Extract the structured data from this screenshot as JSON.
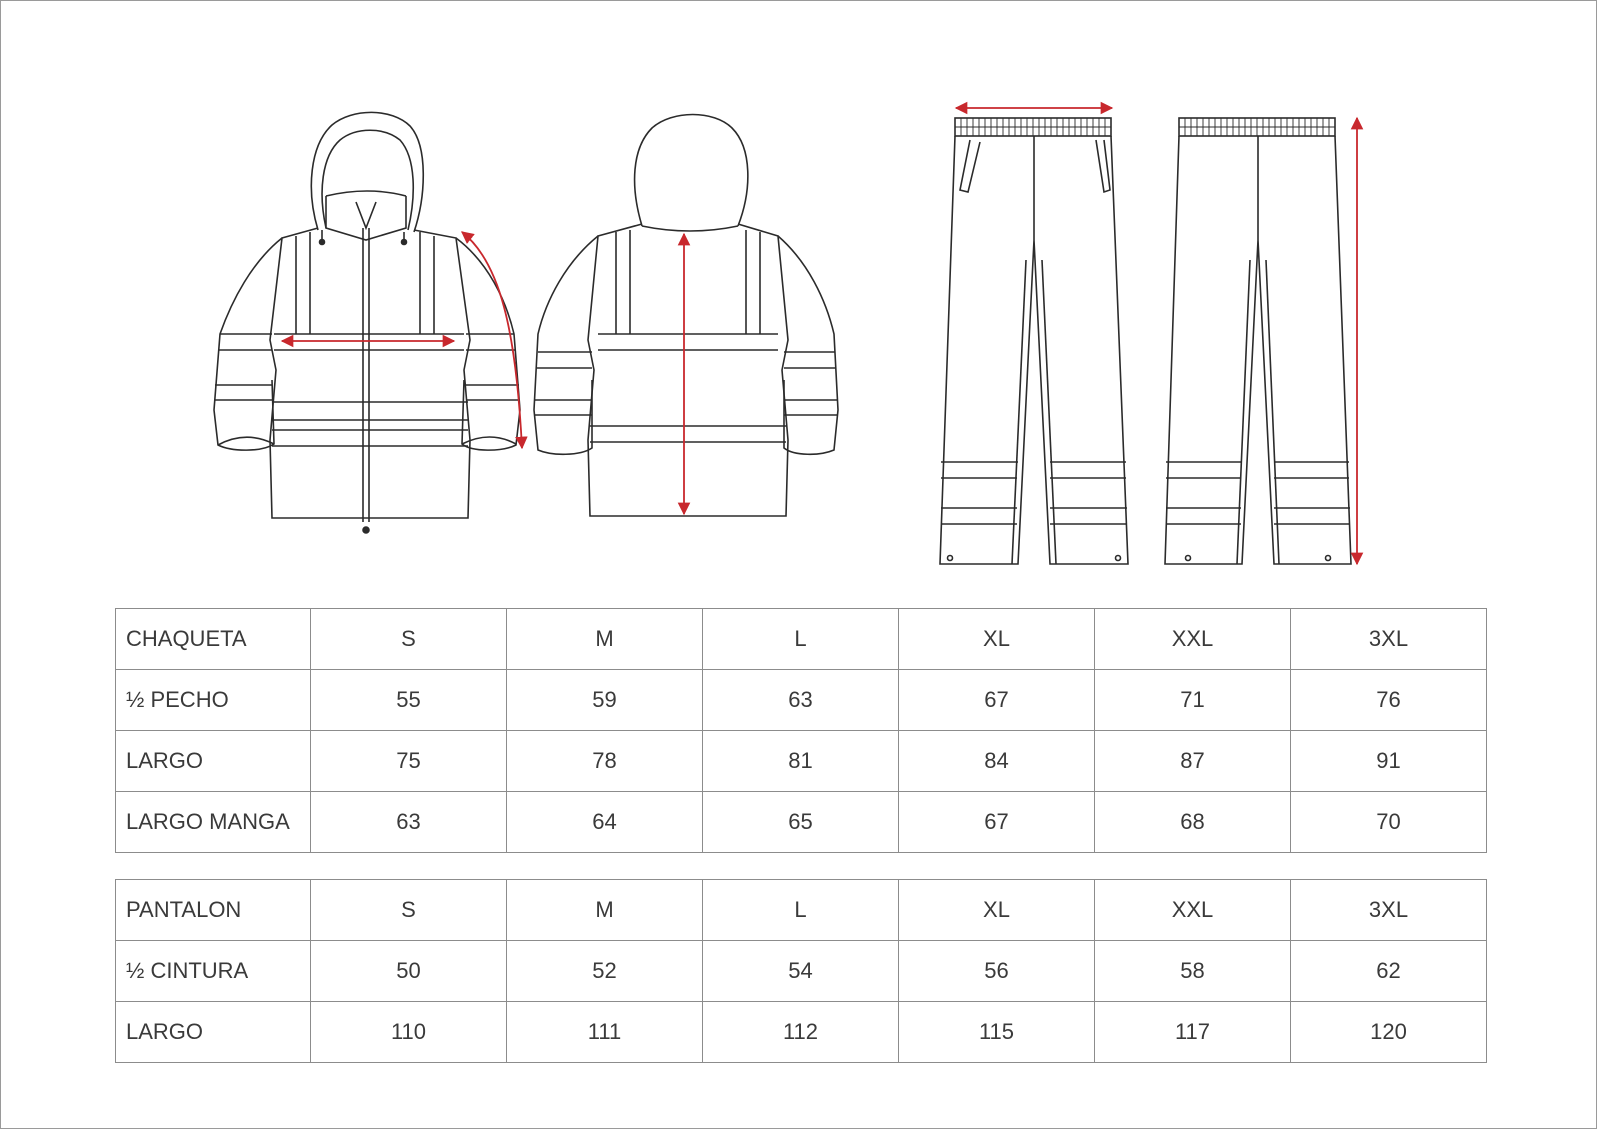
{
  "jacket_table": {
    "rows": [
      {
        "label": "CHAQUETA",
        "values": [
          "S",
          "M",
          "L",
          "XL",
          "XXL",
          "3XL"
        ]
      },
      {
        "label": "½ PECHO",
        "values": [
          "55",
          "59",
          "63",
          "67",
          "71",
          "76"
        ]
      },
      {
        "label": "LARGO",
        "values": [
          "75",
          "78",
          "81",
          "84",
          "87",
          "91"
        ]
      },
      {
        "label": "LARGO MANGA",
        "values": [
          "63",
          "64",
          "65",
          "67",
          "68",
          "70"
        ]
      }
    ]
  },
  "pants_table": {
    "rows": [
      {
        "label": "PANTALON",
        "values": [
          "S",
          "M",
          "L",
          "XL",
          "XXL",
          "3XL"
        ]
      },
      {
        "label": "½ CINTURA",
        "values": [
          "50",
          "52",
          "54",
          "56",
          "58",
          "62"
        ]
      },
      {
        "label": "LARGO",
        "values": [
          "110",
          "111",
          "112",
          "115",
          "117",
          "120"
        ]
      }
    ]
  },
  "colors": {
    "line": "#2b2b2b",
    "measure_arrow": "#c8282d",
    "table_border": "#8c8c8c"
  },
  "illustrations": [
    "jacket-front-icon",
    "jacket-back-icon",
    "pants-front-icon",
    "pants-back-icon"
  ]
}
